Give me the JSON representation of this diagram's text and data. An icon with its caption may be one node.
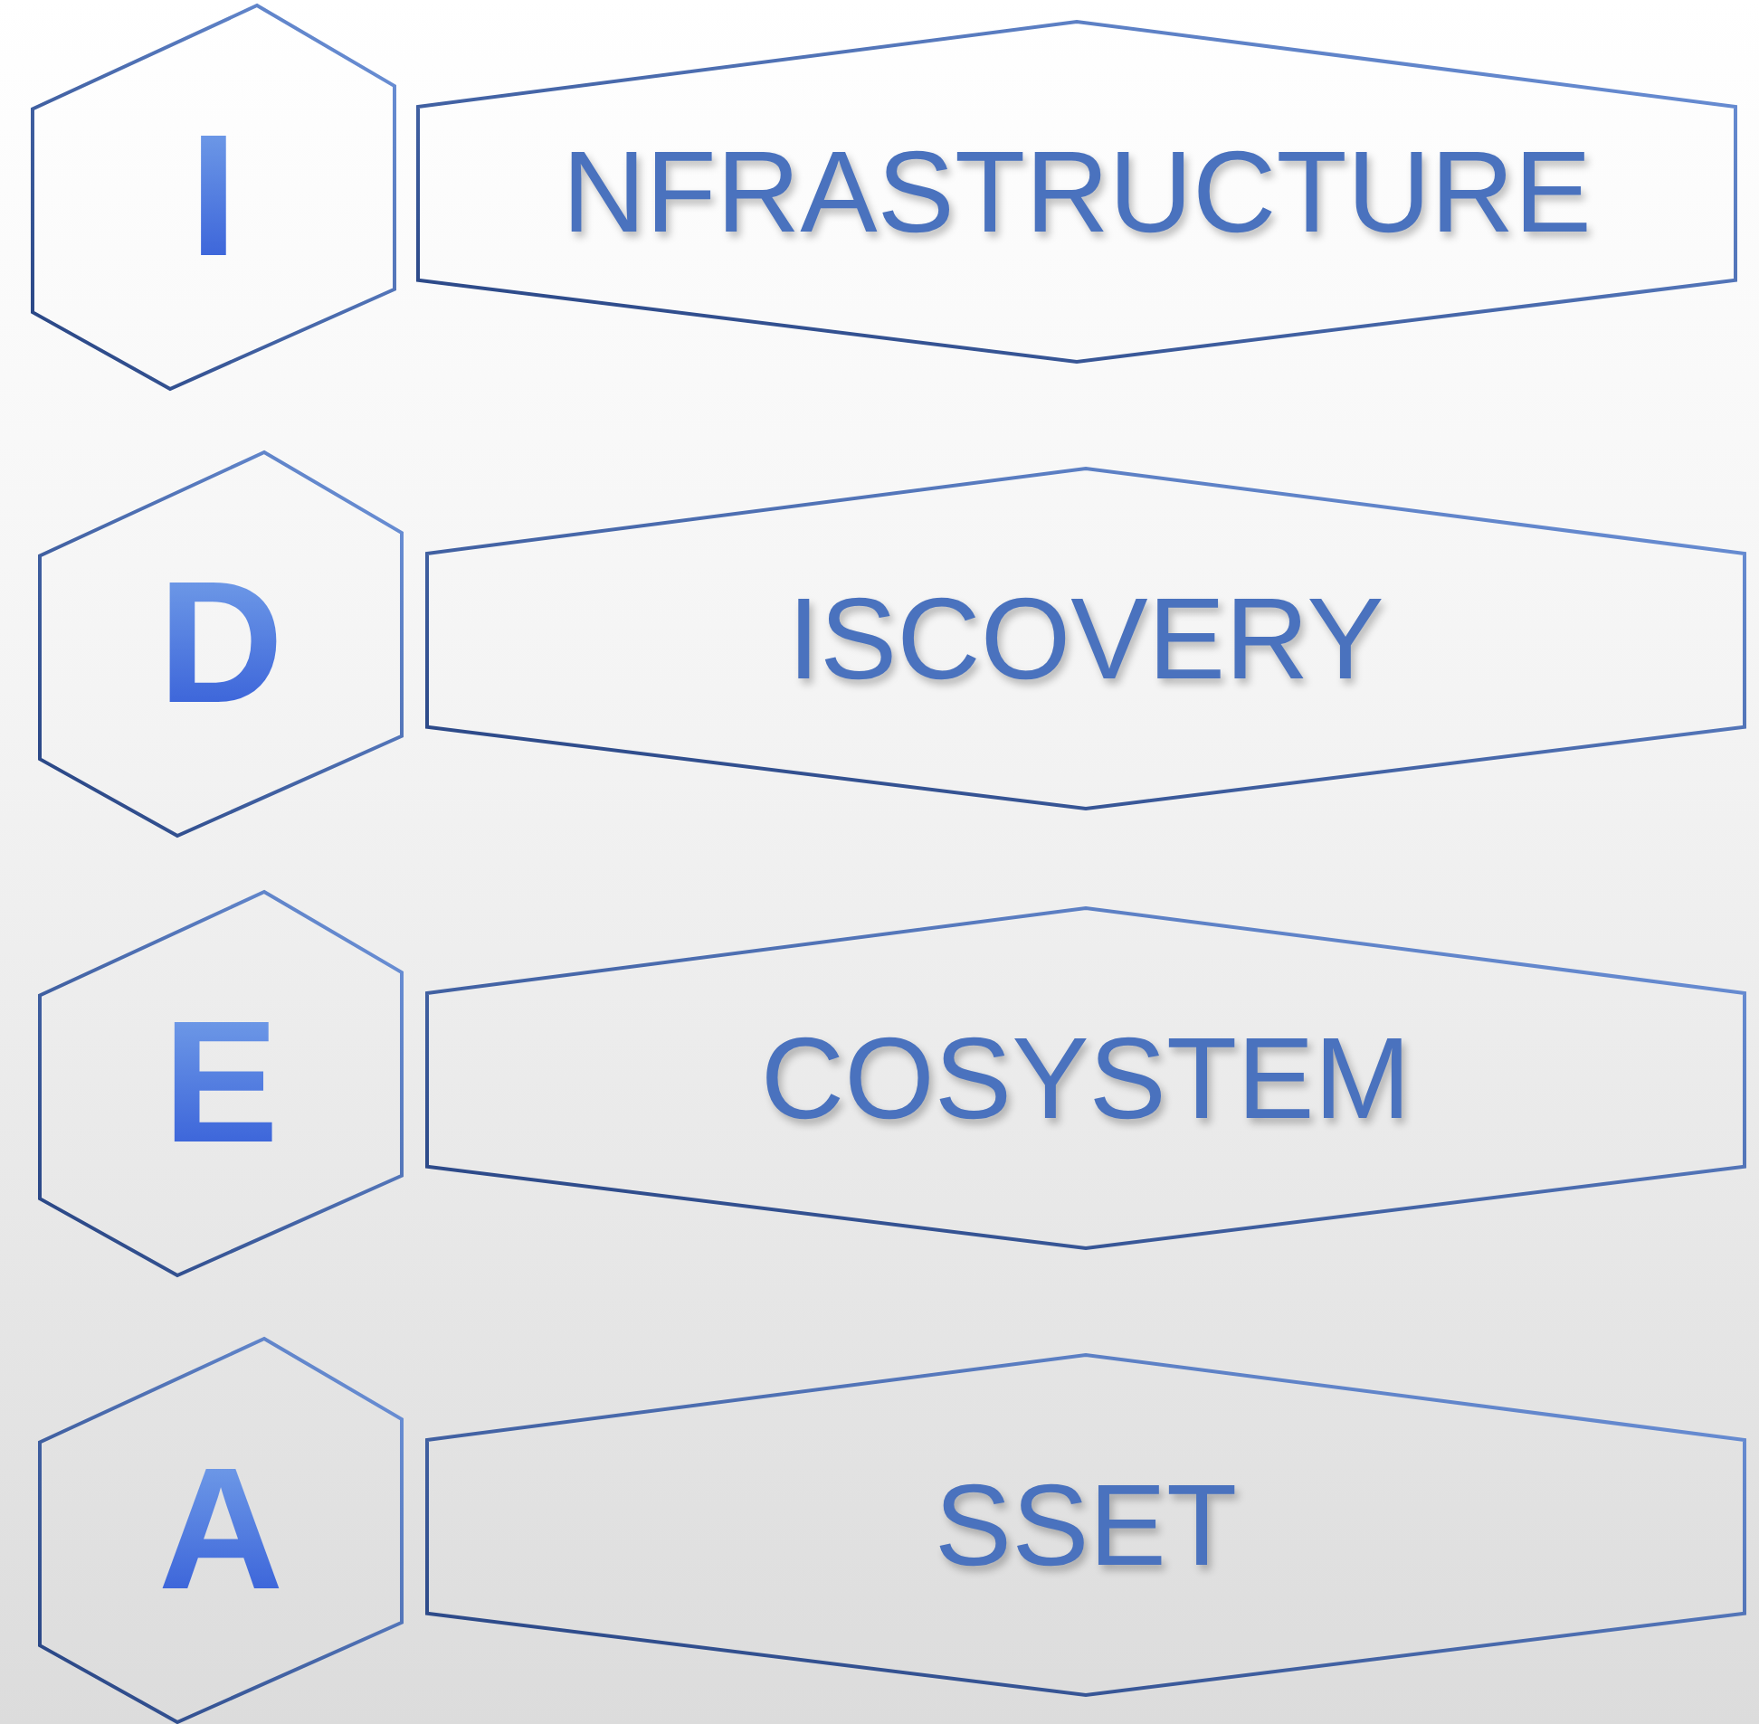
{
  "diagram": {
    "nodes": [
      {
        "text": [
          "I"
        ]
      },
      {
        "text": [
          "NFRASTRUCTURE"
        ]
      },
      {
        "text": [
          "D"
        ]
      },
      {
        "text": [
          "ISCOVERY"
        ]
      },
      {
        "text": [
          "E"
        ]
      },
      {
        "text": [
          "COSYSTEM"
        ]
      },
      {
        "text": [
          "A"
        ]
      },
      {
        "text": [
          "SSET"
        ]
      }
    ]
  }
}
